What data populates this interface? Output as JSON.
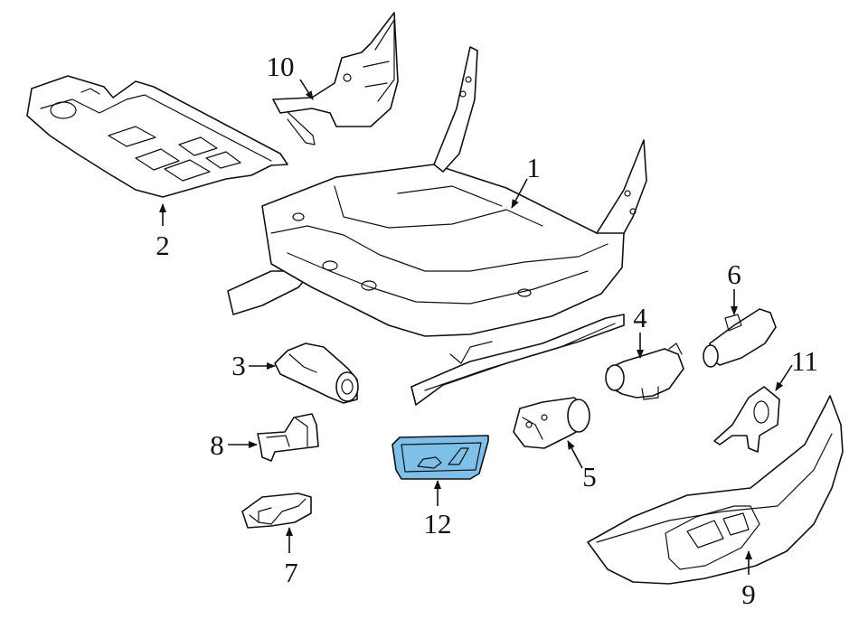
{
  "diagram": {
    "highlight_color": "#7ec0ea",
    "highlighted_part": "12",
    "callouts": [
      {
        "id": "c1",
        "number": "1"
      },
      {
        "id": "c2",
        "number": "2"
      },
      {
        "id": "c3",
        "number": "3"
      },
      {
        "id": "c4",
        "number": "4"
      },
      {
        "id": "c5",
        "number": "5"
      },
      {
        "id": "c6",
        "number": "6"
      },
      {
        "id": "c7",
        "number": "7"
      },
      {
        "id": "c8",
        "number": "8"
      },
      {
        "id": "c9",
        "number": "9"
      },
      {
        "id": "c10",
        "number": "10"
      },
      {
        "id": "c11",
        "number": "11"
      },
      {
        "id": "c12",
        "number": "12"
      }
    ]
  }
}
